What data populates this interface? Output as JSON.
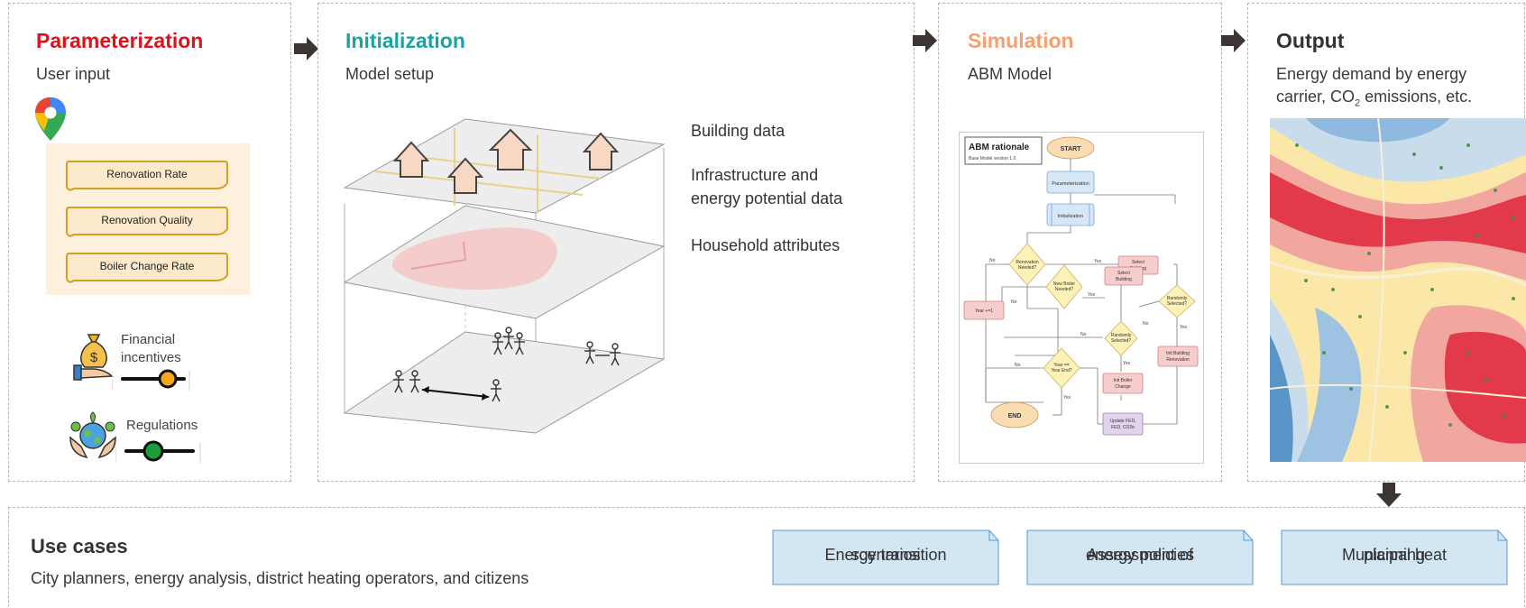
{
  "parameterization": {
    "title": "Parameterization",
    "subtitle": "User input",
    "title_color": "#e0101a",
    "inputs": [
      "Renovation Rate",
      "Renovation Quality",
      "Boiler Change Rate"
    ],
    "financial_label": "Financial incentives",
    "regulations_label": "Regulations"
  },
  "initialization": {
    "title": "Initialization",
    "subtitle": "Model setup",
    "title_color": "#1aa3a3",
    "layers": [
      "Building data",
      "Infrastructure and energy potential data",
      "Household attributes"
    ],
    "layer_line1": "Building data",
    "layer_line2a": "Infrastructure and",
    "layer_line2b": "energy potential data",
    "layer_line3": "Household attributes"
  },
  "simulation": {
    "title": "Simulation",
    "subtitle": "ABM Model",
    "title_color": "#f4a070",
    "flowchart": {
      "heading": "ABM rationale",
      "version": "Base Model version 1.0",
      "start": "START",
      "parameterization": "Parameterization",
      "initialization": "Initialization",
      "renovation_needed_1": "Renovation",
      "renovation_needed_2": "Needed?",
      "new_boiler_1": "New Boiler",
      "new_boiler_2": "Needed?",
      "select_building_1a": "Select",
      "select_building_1b": "Building",
      "select_building_2a": "Select",
      "select_building_2b": "Building",
      "randomly_selected_1a": "Randomly",
      "randomly_selected_1b": "Selected?",
      "randomly_selected_2a": "Randomly",
      "randomly_selected_2b": "Selected?",
      "year_inc": "Year +=1",
      "year_end_1": "Year ==",
      "year_end_2": "Year End?",
      "init_renovation_1": "Init Building",
      "init_renovation_2": "Renovation",
      "init_boiler_1": "Init Boiler",
      "init_boiler_2": "Change",
      "update_1": "Update FED,",
      "update_2": "FED, CO2e",
      "end": "END",
      "yes": "Yes",
      "no": "No"
    }
  },
  "output": {
    "title": "Output",
    "subtitle_line1": "Energy demand by energy",
    "subtitle_line2_pre": "carrier, CO",
    "subtitle_line2_sub": "2",
    "subtitle_line2_post": " emissions, etc."
  },
  "use_cases": {
    "title": "Use cases",
    "subtitle": "City planners, energy analysis, district heating operators, and citizens",
    "boxes": [
      {
        "line1": "Energy transition",
        "line2": "scenarios"
      },
      {
        "line1": "Assessment of",
        "line2": "energy policies"
      },
      {
        "line1": "Municipal heat",
        "line2": "planning"
      }
    ]
  },
  "colors": {
    "arrow": "#3d3532",
    "scroll_fill": "#fde9cc",
    "scroll_stroke": "#d4a020",
    "uc_fill": "#d2e6f4",
    "uc_stroke": "#5b9bd5"
  }
}
